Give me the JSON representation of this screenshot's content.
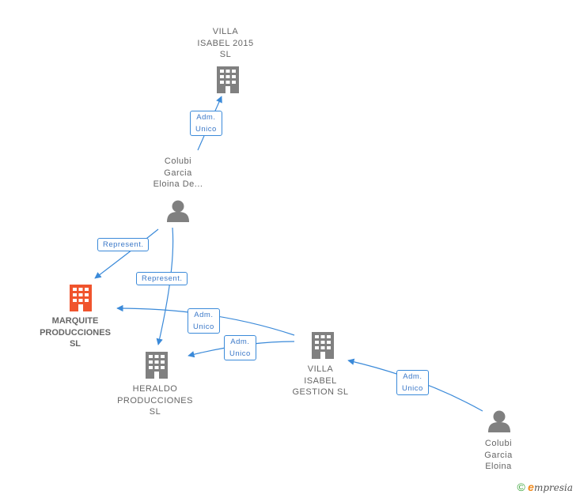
{
  "colors": {
    "edge": "#3b8ad9",
    "building": "#808080",
    "building_focus": "#f0542d",
    "person": "#808080"
  },
  "nodes": [
    {
      "id": "villa2015",
      "type": "company",
      "label": "VILLA\nISABEL 2015\nSL",
      "icon": "building-icon"
    },
    {
      "id": "colubi1",
      "type": "person",
      "label": "Colubi\nGarcia\nEloina De...",
      "icon": "person-icon"
    },
    {
      "id": "marquite",
      "type": "company",
      "label": "MARQUITE\nPRODUCCIONES\nSL",
      "icon": "building-icon",
      "focus": true
    },
    {
      "id": "heraldo",
      "type": "company",
      "label": "HERALDO\nPRODUCCIONES\nSL",
      "icon": "building-icon"
    },
    {
      "id": "villagestion",
      "type": "company",
      "label": "VILLA\nISABEL\nGESTION SL",
      "icon": "building-icon"
    },
    {
      "id": "colubi2",
      "type": "person",
      "label": "Colubi\nGarcia\nEloina",
      "icon": "person-icon"
    }
  ],
  "edges": [
    {
      "id": "e1",
      "label": "Adm.\nUnico"
    },
    {
      "id": "e2",
      "label": "Represent."
    },
    {
      "id": "e3",
      "label": "Represent."
    },
    {
      "id": "e4",
      "label": "Adm.\nUnico"
    },
    {
      "id": "e5",
      "label": "Adm.\nUnico"
    },
    {
      "id": "e6",
      "label": "Adm.\nUnico"
    }
  ],
  "brand": {
    "copyright": "©",
    "e_letter": "e",
    "word": "mpresia"
  }
}
